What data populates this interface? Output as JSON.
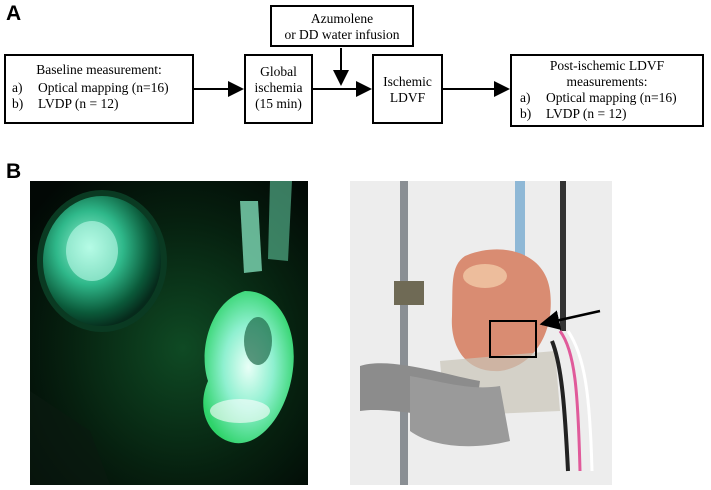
{
  "panels": {
    "a": "A",
    "b": "B"
  },
  "flow": {
    "infusion": [
      "Azumolene",
      "or DD water infusion"
    ],
    "baseline": {
      "title": "Baseline measurement:",
      "items": [
        {
          "key": "a)",
          "text": "Optical mapping (n=16)"
        },
        {
          "key": "b)",
          "text": "LVDP (n = 12)"
        }
      ]
    },
    "ischemia": [
      "Global",
      "ischemia",
      "(15 min)"
    ],
    "ldvf": [
      "Ischemic",
      "LDVF"
    ],
    "post": {
      "title": [
        "Post-ischemic LDVF",
        "measurements:"
      ],
      "items": [
        {
          "key": "a)",
          "text": "Optical mapping (n=16)"
        },
        {
          "key": "b)",
          "text": "LVDP (n = 12)"
        }
      ]
    }
  },
  "colors": {
    "box_border": "#000000",
    "fluorescence": "#2fd36a",
    "tissue": "#d98c72",
    "lab_background": "#f2f2f2"
  }
}
